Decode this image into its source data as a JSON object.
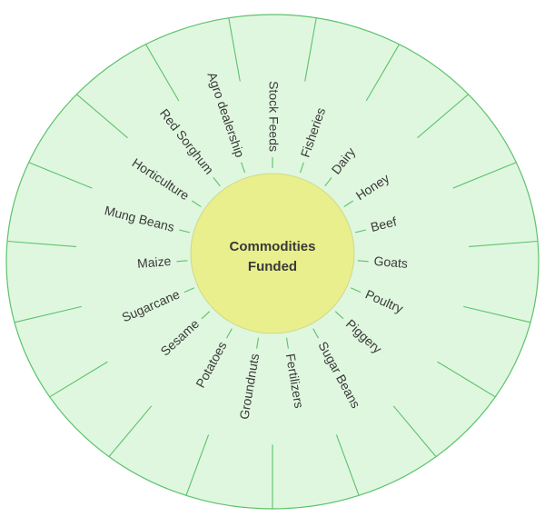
{
  "diagram": {
    "center": {
      "line1": "Commodities",
      "line2": "Funded"
    },
    "spokes": [
      "Stock Feeds",
      "Fisheries",
      "Dairy",
      "Honey",
      "Beef",
      "Goats",
      "Poultry",
      "Piggery",
      "Sugar Beans",
      "Fertilizers",
      "Groundnuts",
      "Potatoes",
      "Sesame",
      "Sugarcane",
      "Maize",
      "Mung Beans",
      "Horticulture",
      "Red Sorghum",
      "Agro dealership"
    ],
    "colors": {
      "outer_fill": "#dff7df",
      "outer_stroke": "#5cc26c",
      "center_fill": "#e8ef8c",
      "center_stroke": "#cfd98a",
      "text": "#3a3a3a"
    }
  }
}
